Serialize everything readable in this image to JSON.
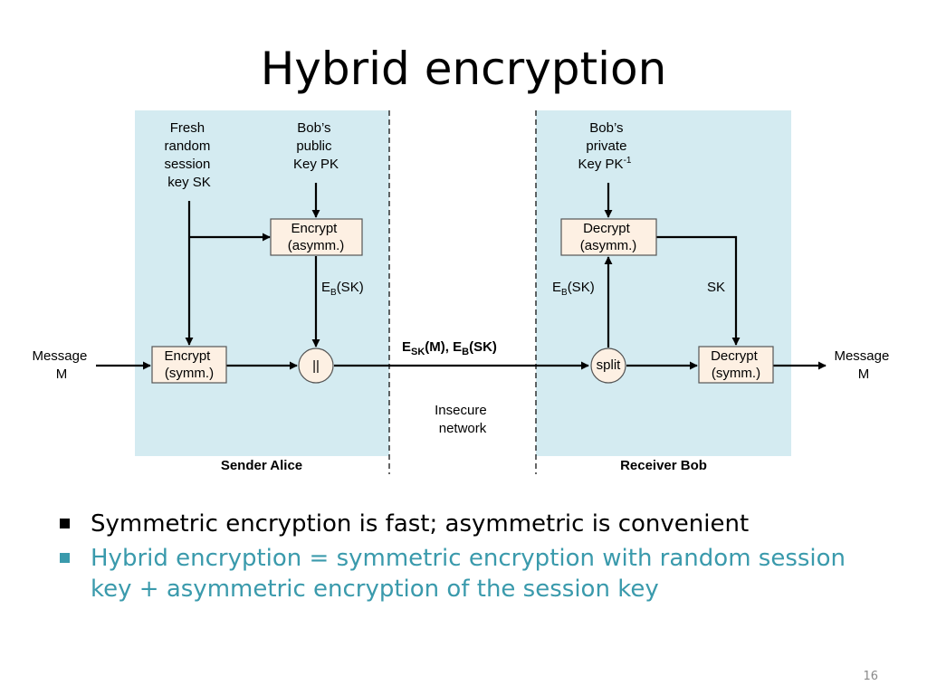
{
  "slide": {
    "title": "Hybrid encryption",
    "page_number": "16"
  },
  "diagram": {
    "sender_label": "Sender Alice",
    "receiver_label": "Receiver Bob",
    "session_key_lines": [
      "Fresh",
      "random",
      "session",
      "key SK"
    ],
    "public_key_lines": [
      "Bob’s",
      "public",
      "Key PK"
    ],
    "private_key_lines": [
      "Bob’s",
      "private",
      "Key PK"
    ],
    "private_key_sup": "-1",
    "encrypt_asym_lines": [
      "Encrypt",
      "(asymm.)"
    ],
    "encrypt_sym_lines": [
      "Encrypt",
      "(symm.)"
    ],
    "decrypt_asym_lines": [
      "Decrypt",
      "(asymm.)"
    ],
    "decrypt_sym_lines": [
      "Decrypt",
      "(symm.)"
    ],
    "concat_symbol": "||",
    "split_label": "split",
    "message_in_lines": [
      "Message",
      "M"
    ],
    "message_out_lines": [
      "Message",
      "M"
    ],
    "eb_sk_sender": {
      "main": "E",
      "sub": "B",
      "rest": "(SK)"
    },
    "eb_sk_receiver": {
      "main": "E",
      "sub": "B",
      "rest": "(SK)"
    },
    "sk_label": "SK",
    "channel_label": {
      "e1": "E",
      "e1_sub": "SK",
      "mid": "(M), E",
      "e2_sub": "B",
      "end": "(SK)"
    },
    "network_lines": [
      "Insecure",
      "network"
    ],
    "colors": {
      "panel_fill": "#d4ebf1",
      "box_fill": "#fdf0e3",
      "box_stroke": "#555555"
    }
  },
  "bullets": [
    {
      "text": "Symmetric encryption is fast; asymmetric is convenient",
      "style": "normal"
    },
    {
      "text": "Hybrid encryption = symmetric encryption with random session key + asymmetric encryption of the session key",
      "style": "accent"
    }
  ]
}
